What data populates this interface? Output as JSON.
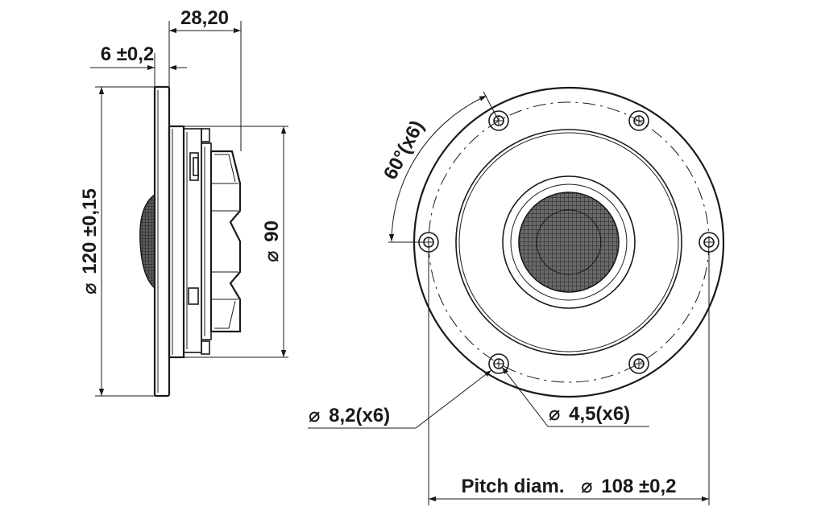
{
  "side_view": {
    "dim_depth": "28,20",
    "dim_flange": "6 ±0,2",
    "dim_outer": "120 ±0,15",
    "dim_body": "90"
  },
  "front_view": {
    "dim_angle": "60°(x6)",
    "dim_hole_large": "8,2(x6)",
    "dim_hole_small": "4,5(x6)",
    "dim_pitch_label": "Pitch diam.",
    "dim_pitch": "108 ±0,2"
  },
  "symbols": {
    "diameter": "⌀"
  }
}
